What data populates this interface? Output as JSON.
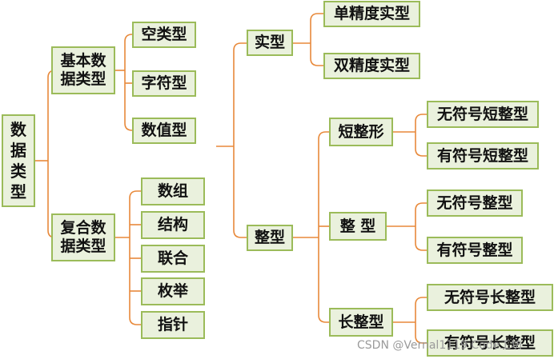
{
  "colors": {
    "connector": "#e8893a",
    "node_fill": "#eaf1dd",
    "node_border": "#9bbb59"
  },
  "nodes": {
    "data_types": "数\n据\n类\n型",
    "basic": "基本数\n据类型",
    "composite": "复合数\n据类型",
    "void": "空类型",
    "char": "字符型",
    "numeric": "数值型",
    "array": "数组",
    "struct": "结构",
    "union": "联合",
    "enum": "枚举",
    "pointer": "指针",
    "real": "实型",
    "integer": "整型",
    "single": "单精度实型",
    "double": "双精度实型",
    "short": "短整形",
    "int": "整  型",
    "long": "长整型",
    "unsigned_short": "无符号短整型",
    "signed_short": "有符号短整型",
    "unsigned_int": "无符号整型",
    "signed_int": "有符号整型",
    "unsigned_long": "无符号长整型",
    "signed_long": "有符号长整型"
  },
  "watermark": "CSDN @Vernal1119 Code工坊"
}
